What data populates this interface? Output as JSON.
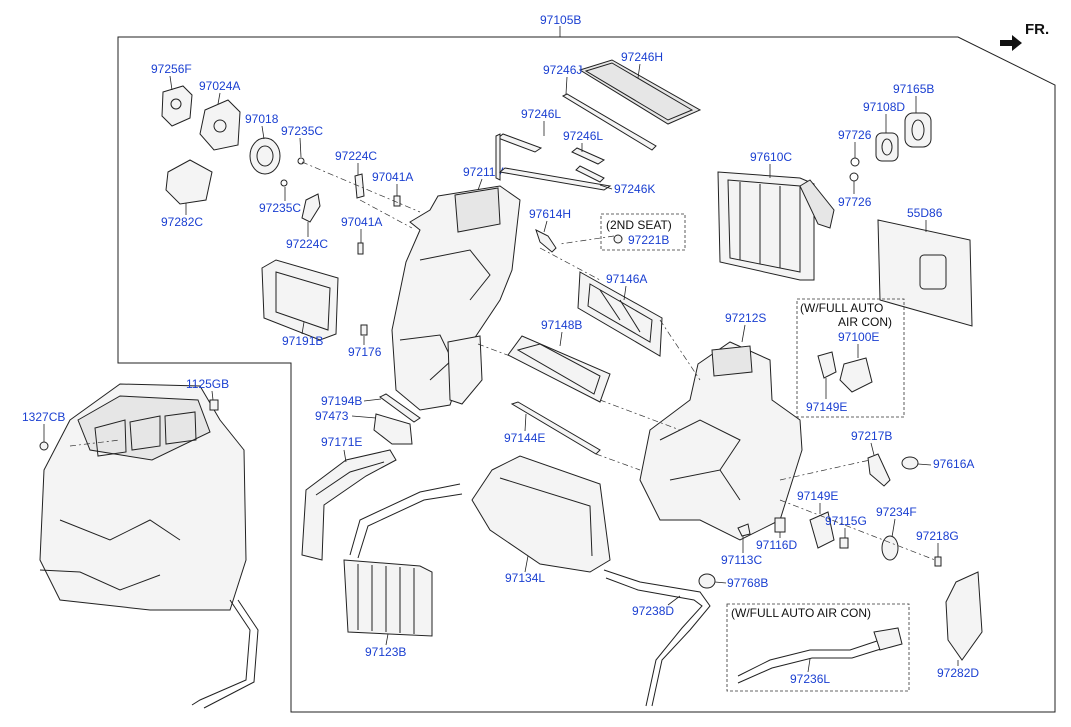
{
  "diagram": {
    "direction_label": "FR.",
    "notes": {
      "second_seat": "(2ND SEAT)",
      "full_auto_1_line1": "(W/FULL AUTO",
      "full_auto_1_line2": "AIR CON)",
      "full_auto_2": "(W/FULL AUTO AIR CON)"
    },
    "labels": {
      "97105B": "97105B",
      "97256F": "97256F",
      "97024A": "97024A",
      "97018": "97018",
      "97235C_a": "97235C",
      "97282C": "97282C",
      "97224C_a": "97224C",
      "97041A_a": "97041A",
      "97235C_b": "97235C",
      "97224C_b": "97224C",
      "97041A_b": "97041A",
      "97211V": "97211V",
      "97246J": "97246J",
      "97246H": "97246H",
      "97246L_a": "97246L",
      "97246L_b": "97246L",
      "97246K": "97246K",
      "97614H": "97614H",
      "97221B": "97221B",
      "97610C": "97610C",
      "97726_a": "97726",
      "97726_b": "97726",
      "97108D": "97108D",
      "97165B": "97165B",
      "55D86": "55D86",
      "97146A": "97146A",
      "97191B": "97191B",
      "97176": "97176",
      "97148B": "97148B",
      "97212S": "97212S",
      "97100E": "97100E",
      "97149E_a": "97149E",
      "1125GB": "1125GB",
      "1327CB": "1327CB",
      "97194B": "97194B",
      "97473": "97473",
      "97171E": "97171E",
      "97144E": "97144E",
      "97217B": "97217B",
      "97616A": "97616A",
      "97149E_b": "97149E",
      "97115G": "97115G",
      "97234F": "97234F",
      "97218G": "97218G",
      "97116D": "97116D",
      "97113C": "97113C",
      "97134L": "97134L",
      "97768B": "97768B",
      "97238D": "97238D",
      "97123B": "97123B",
      "97236L": "97236L",
      "97282D": "97282D"
    }
  }
}
